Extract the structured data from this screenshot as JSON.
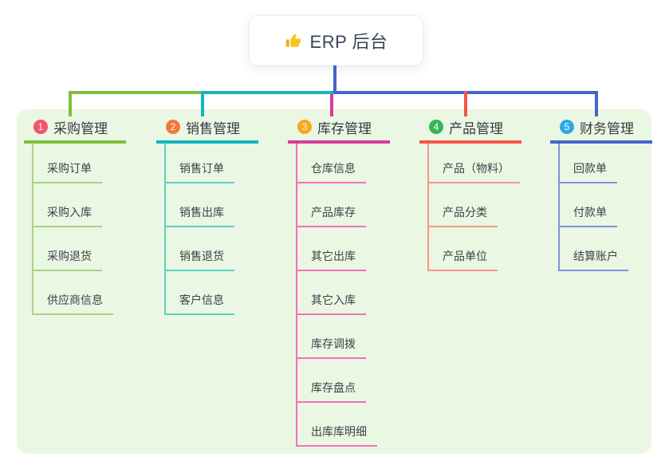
{
  "root": {
    "label": "ERP 后台",
    "icon": "thumbs-up-icon"
  },
  "colors": {
    "canvas_bg": "#FFFFFF",
    "panel_bg": "#EAF7E3",
    "root_line": "#4565C8",
    "root_text": "#3A4458",
    "node_text": "#3D4247",
    "thumb_hand": "#FCC21B",
    "thumb_cuff": "#EDAD12"
  },
  "branches": [
    {
      "num": "1",
      "title": "采购管理",
      "badge_color": "#F4516C",
      "line_color": "#7FBF3F",
      "child_line_color": "#A9D286",
      "children": [
        "采购订单",
        "采购入库",
        "采购退货",
        "供应商信息"
      ]
    },
    {
      "num": "2",
      "title": "销售管理",
      "badge_color": "#F3783A",
      "line_color": "#12B7BD",
      "child_line_color": "#5ECEC6",
      "children": [
        "销售订单",
        "销售出库",
        "销售退货",
        "客户信息"
      ]
    },
    {
      "num": "3",
      "title": "库存管理",
      "badge_color": "#F7A81C",
      "line_color": "#DA3C9B",
      "child_line_color": "#F16FB9",
      "children": [
        "仓库信息",
        "产品库存",
        "其它出库",
        "其它入库",
        "库存调拨",
        "库存盘点",
        "出库库明细"
      ]
    },
    {
      "num": "4",
      "title": "产品管理",
      "badge_color": "#35B558",
      "line_color": "#F5554A",
      "child_line_color": "#F9948D",
      "children": [
        "产品（物料）",
        "产品分类",
        "产品单位"
      ]
    },
    {
      "num": "5",
      "title": "财务管理",
      "badge_color": "#2EA9E6",
      "line_color": "#4565C8",
      "child_line_color": "#7E93D8",
      "children": [
        "回款单",
        "付款单",
        "结算账户"
      ]
    }
  ]
}
